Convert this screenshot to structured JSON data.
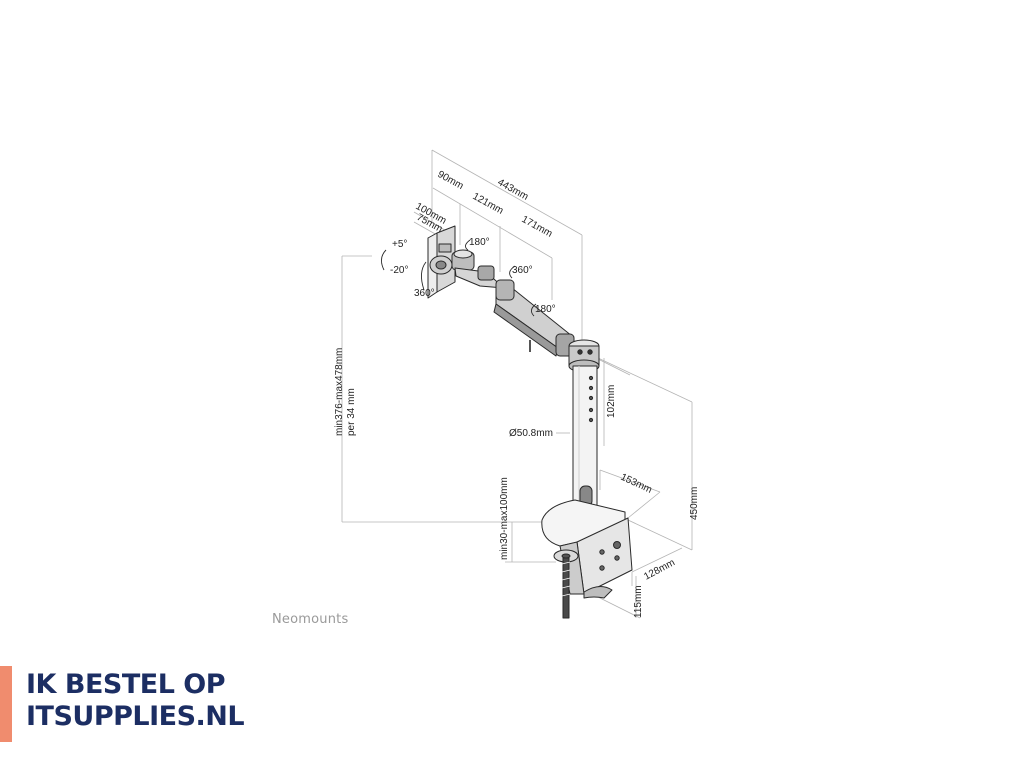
{
  "diagram": {
    "dimensions": {
      "total_reach": "443mm",
      "arm_segment_1": "90mm",
      "arm_segment_2": "121mm",
      "arm_segment_3": "171mm",
      "vesa_large": "100mm",
      "vesa_small": "75mm",
      "tilt_up": "+5°",
      "tilt_down": "-20°",
      "rotation_head": "360°",
      "rotation_joint_1": "180°",
      "rotation_joint_2": "360°",
      "rotation_joint_3": "180°",
      "height_adjust": "min376-max478mm",
      "height_step": "per 34 mm",
      "pole_adjust": "102mm",
      "pole_diameter": "Ø50.8mm",
      "pole_height": "450mm",
      "base_depth": "153mm",
      "clamp_width": "128mm",
      "clamp_range": "min30-max100mm",
      "clamp_height": "115mm"
    },
    "brand": "Neomounts"
  },
  "promo": {
    "line1": "IK BESTEL OP",
    "line2": "ITSUPPLIES.NL",
    "accent_color": "#f08c6e",
    "text_color": "#1c2e63"
  }
}
